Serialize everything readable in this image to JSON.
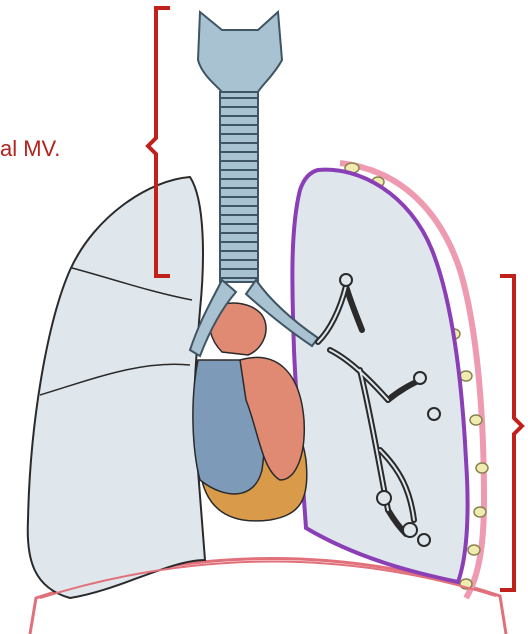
{
  "labels": {
    "upper_bracket_text": "al MV."
  },
  "colors": {
    "bracket": "#c0211b",
    "label_text": "#b3221c",
    "lung_fill": "#dfe6ec",
    "lung_outline": "#2a2a2a",
    "left_lung_outline": "#8b3fb6",
    "trachea_fill": "#a9c2d1",
    "trachea_dark": "#3f5563",
    "heart_red": "#e08a74",
    "heart_blue": "#7e9ab9",
    "heart_orange": "#d99a4a",
    "pleura_pink": "#ee9ab0",
    "diaphragm": "#e2707a",
    "pleural_nodule": "#f0ebb0"
  },
  "icons": {
    "upper_bracket": "curly-bracket-left",
    "lower_bracket": "curly-bracket-right"
  }
}
